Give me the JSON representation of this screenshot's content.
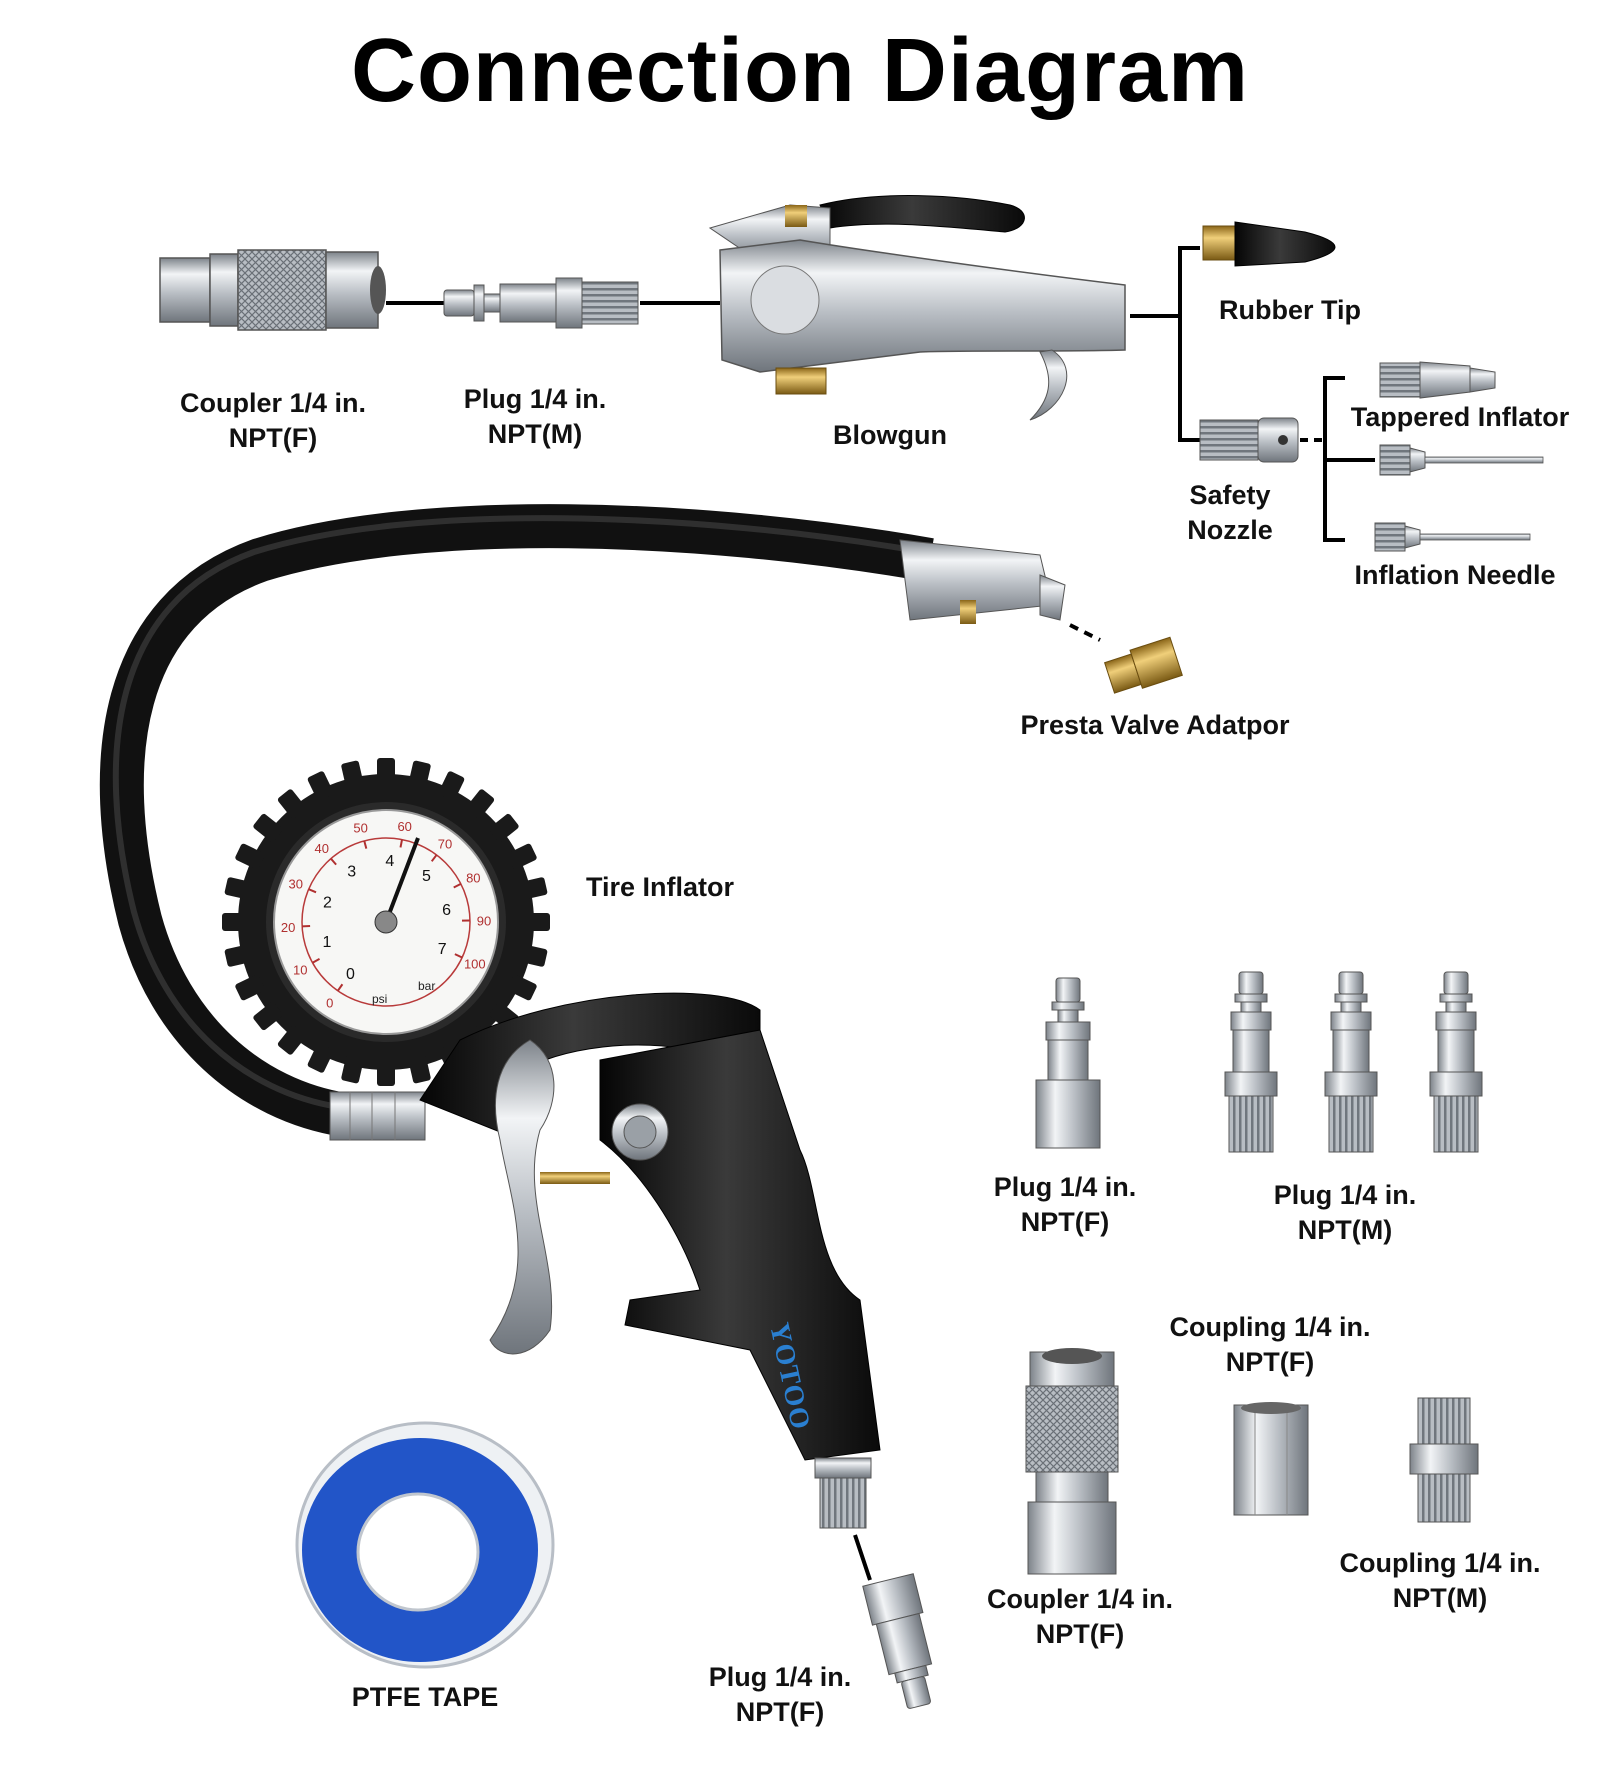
{
  "title": "Connection Diagram",
  "labels": {
    "coupler_top": [
      "Coupler 1/4 in.",
      "NPT(F)"
    ],
    "plug_top": [
      "Plug 1/4 in.",
      "NPT(M)"
    ],
    "blowgun": "Blowgun",
    "rubber_tip": "Rubber Tip",
    "safety_nozzle": [
      "Safety",
      "Nozzle"
    ],
    "tapered_inflator": "Tappered Inflator",
    "inflation_needle": "Inflation Needle",
    "presta": "Presta Valve Adatpor",
    "tire_inflator": "Tire Inflator",
    "plug_f_right": [
      "Plug 1/4 in.",
      "NPT(F)"
    ],
    "plug_m_right": [
      "Plug 1/4 in.",
      "NPT(M)"
    ],
    "coupling_f": [
      "Coupling 1/4 in.",
      "NPT(F)"
    ],
    "coupler_bottom": [
      "Coupler 1/4 in.",
      "NPT(F)"
    ],
    "coupling_m": [
      "Coupling 1/4 in.",
      "NPT(M)"
    ],
    "plug_f_bottom": [
      "Plug 1/4 in.",
      "NPT(F)"
    ],
    "ptfe": "PTFE TAPE"
  },
  "brand": "YOTOO",
  "gauge": {
    "psi_ticks": [
      "0",
      "10",
      "20",
      "30",
      "40",
      "50",
      "60",
      "70",
      "80",
      "90",
      "100"
    ],
    "bar_ticks": [
      "0",
      "1",
      "2",
      "3",
      "4",
      "5",
      "6",
      "7"
    ],
    "unit_psi": "psi",
    "unit_bar": "bar"
  },
  "colors": {
    "metal": "#c9cdd2",
    "brass": "#c9a040",
    "black": "#151515",
    "tape_blue": "#2255c8"
  }
}
